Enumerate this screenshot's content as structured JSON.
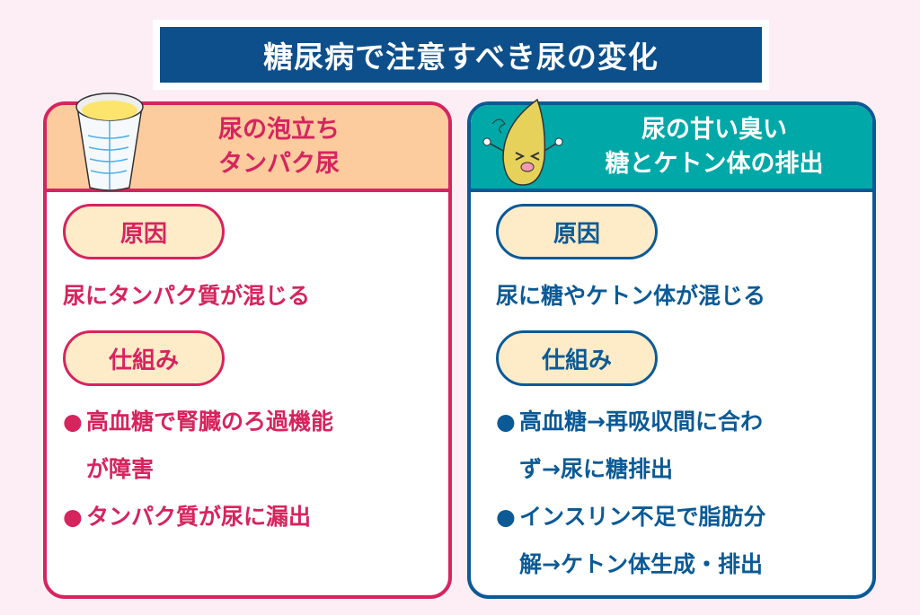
{
  "title": "糖尿病で注意すべき尿の変化",
  "left": {
    "heading": [
      "尿の泡立ち",
      "タンパク尿"
    ],
    "cause_label": "原因",
    "cause_text": "尿にタンパク質が混じる",
    "mechanism_label": "仕組み",
    "bullets": [
      [
        "高血糖で腎臓のろ過機能",
        "が障害"
      ],
      [
        "タンパク質が尿に漏出"
      ]
    ],
    "bullet_symbol": "●"
  },
  "right": {
    "heading": [
      "尿の甘い臭い",
      "糖とケトン体の排出"
    ],
    "cause_label": "原因",
    "cause_text": "尿に糖やケトン体が混じる",
    "mechanism_label": "仕組み",
    "bullets": [
      [
        "高血糖→再吸収間に合わ",
        "ず→尿に糖排出"
      ],
      [
        "インスリン不足で脂肪分",
        "解→ケトン体生成・排出"
      ]
    ],
    "bullet_symbol": "●"
  }
}
